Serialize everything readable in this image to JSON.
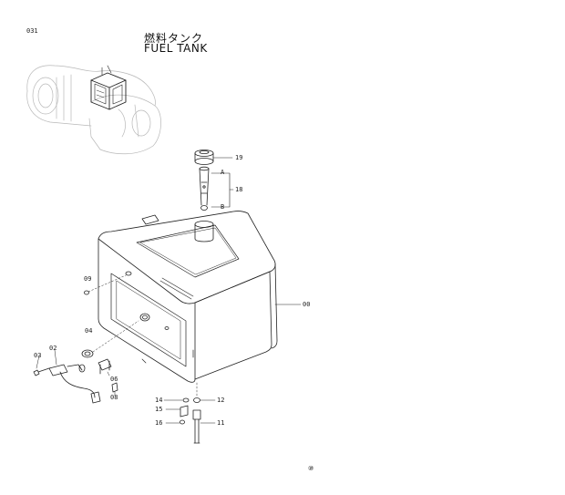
{
  "header": {
    "code": "031",
    "title_jp": "燃料タンク",
    "title_en": "FUEL TANK"
  },
  "callouts": {
    "c19": "19",
    "cA": "A",
    "c18": "18",
    "cB": "B",
    "c00": "00",
    "c09": "09",
    "c04": "04",
    "c03": "03",
    "c02": "02",
    "c06": "06",
    "c08": "08",
    "c14": "14",
    "c12": "12",
    "c15": "15",
    "c16": "16",
    "c11": "11"
  },
  "footer": {
    "mark": "⑩"
  }
}
